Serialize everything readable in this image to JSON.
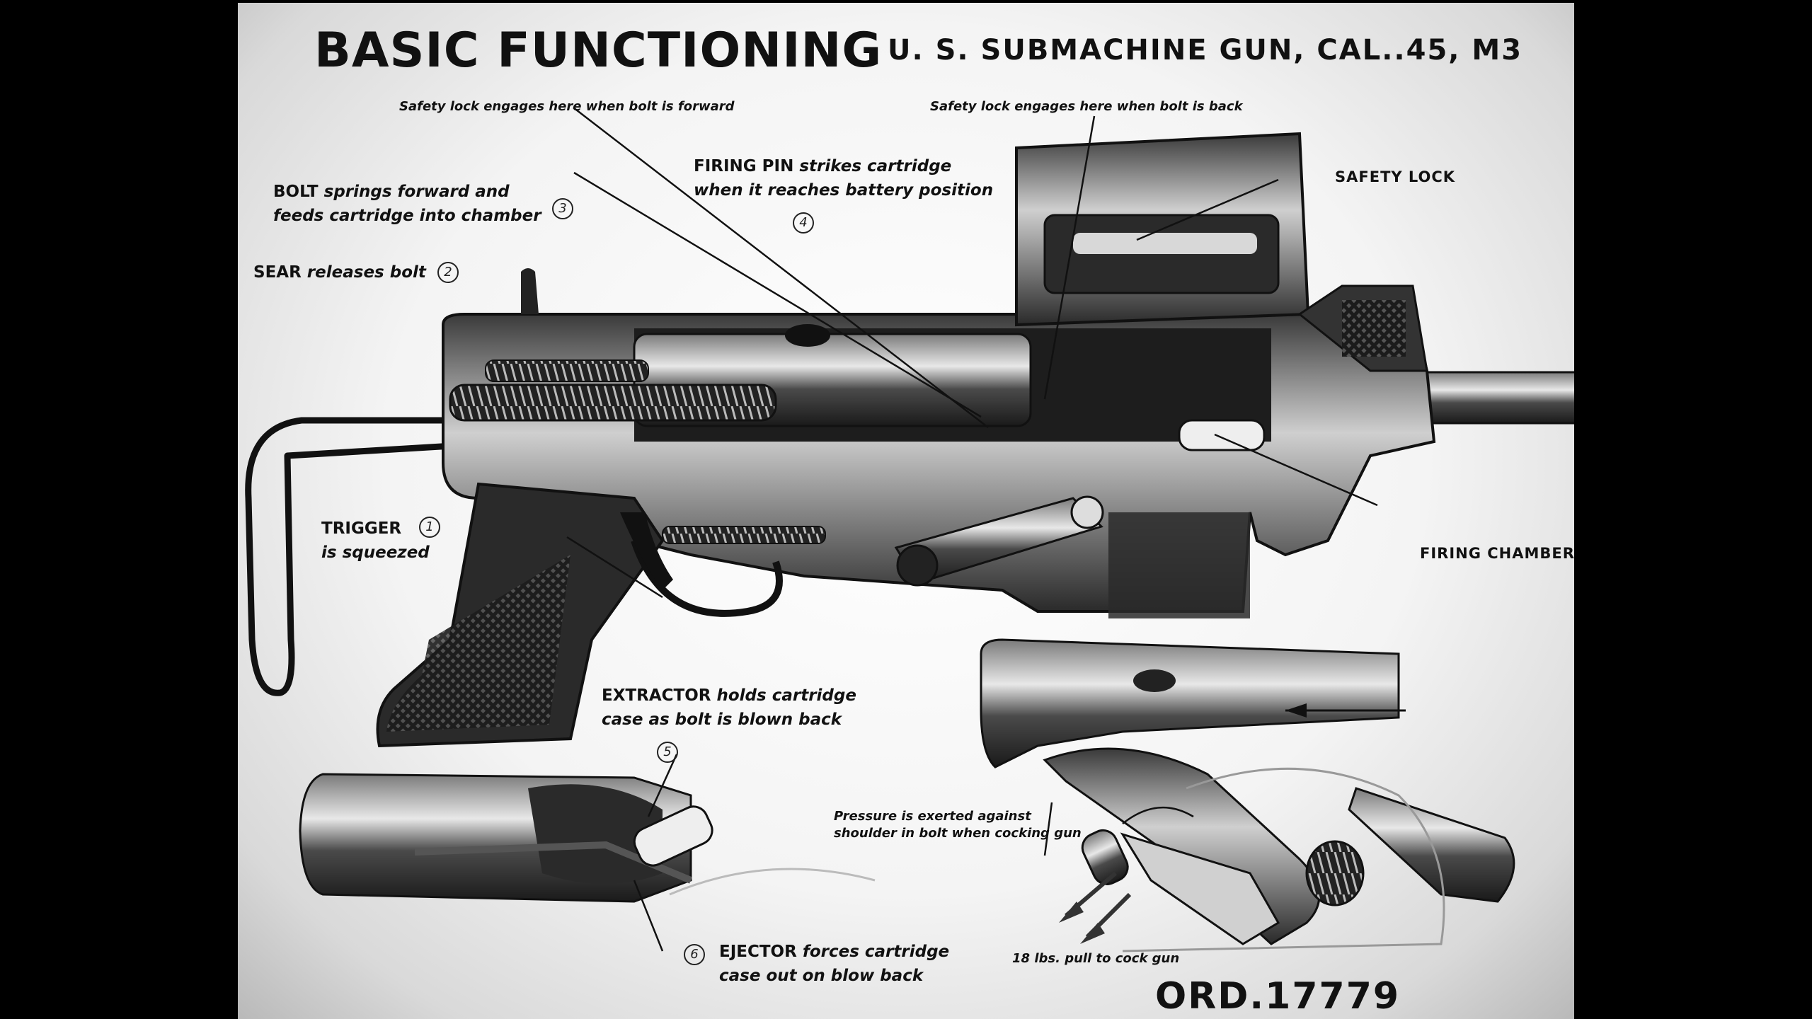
{
  "title": "BASIC FUNCTIONING",
  "subtitle": "U. S. SUBMACHINE GUN, CAL..45, M3",
  "notes": {
    "safety_forward": "Safety lock engages here when bolt is forward",
    "safety_back": "Safety lock engages here when bolt is back",
    "pressure_line1": "Pressure is exerted against",
    "pressure_line2": "shoulder in bolt when cocking gun",
    "pull": "18 lbs. pull to cock gun"
  },
  "labels": {
    "safety_lock": "SAFETY LOCK",
    "firing_chamber": "FIRING CHAMBER"
  },
  "steps": [
    {
      "number": "1",
      "name": "TRIGGER",
      "line1_rest": "",
      "line2": "is squeezed"
    },
    {
      "number": "2",
      "name": "SEAR",
      "line1_rest": " releases bolt",
      "line2": ""
    },
    {
      "number": "3",
      "name": "BOLT",
      "line1_rest": " springs forward and",
      "line2": "feeds cartridge into chamber"
    },
    {
      "number": "4",
      "name": "FIRING PIN",
      "line1_rest": " strikes cartridge",
      "line2": "when it reaches battery position"
    },
    {
      "number": "5",
      "name": "EXTRACTOR",
      "line1_rest": " holds cartridge",
      "line2": "case as bolt is blown back"
    },
    {
      "number": "6",
      "name": "EJECTOR",
      "line1_rest": " forces cartridge",
      "line2": "case out on blow back"
    }
  ],
  "figure_number": "ORD.17779"
}
